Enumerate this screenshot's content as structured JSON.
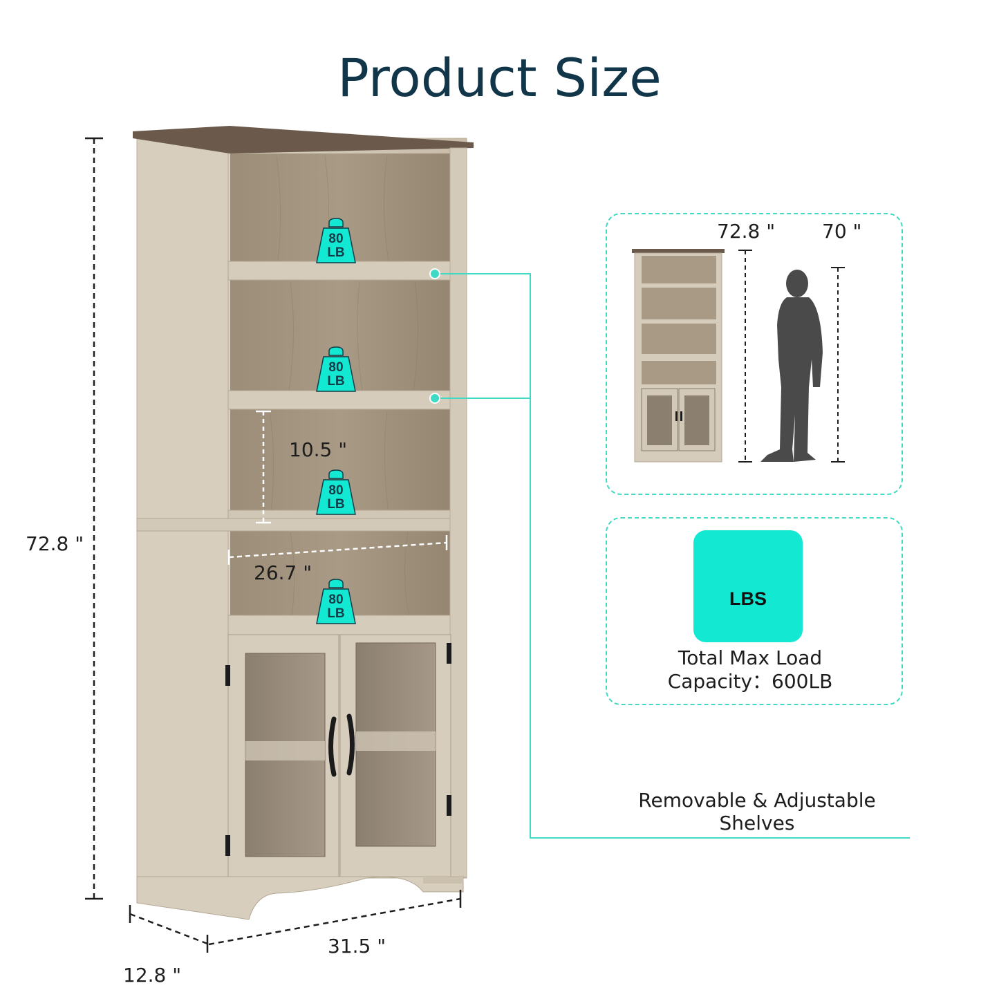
{
  "title": "Product Size",
  "dimensions": {
    "height": "72.8 \"",
    "width": "31.5 \"",
    "depth": "12.8 \"",
    "inner_width": "26.7 \"",
    "shelf_gap": "10.5 \""
  },
  "shelf_load": {
    "value": "80",
    "unit": "LB"
  },
  "comparison": {
    "cabinet_height": "72.8 \"",
    "person_height": "70 \""
  },
  "load_panel": {
    "icon_label": "LBS",
    "line1": "Total Max Load",
    "line2": "Capacity：600LB"
  },
  "feature": {
    "line1": "Removable & Adjustable",
    "line2": "Shelves"
  },
  "colors": {
    "title": "#11364a",
    "accent": "#12e8d2",
    "dashed_border": "#3fd9c4",
    "wood": "#cfc4b3",
    "wood_dark": "#8a7c69",
    "top_board": "#6b5a4c"
  }
}
